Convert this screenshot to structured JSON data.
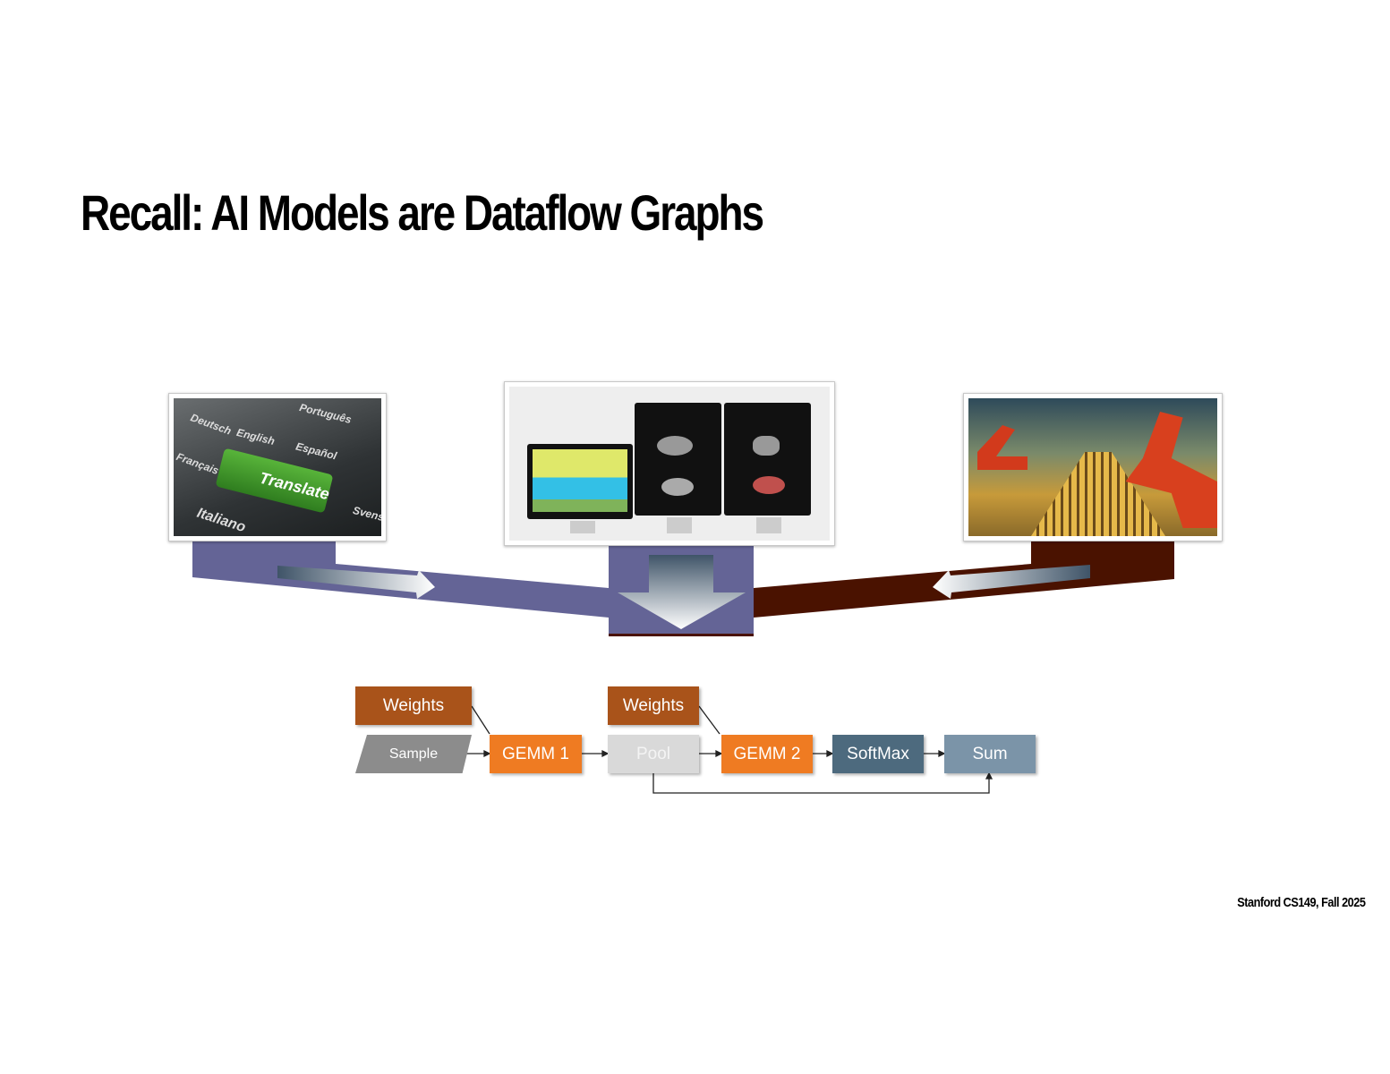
{
  "slide": {
    "title": "Recall: AI Models are Dataflow Graphs",
    "footer": "Stanford CS149, Fall 2025"
  },
  "images": {
    "translate": {
      "keys": [
        "Deutsch",
        "English",
        "Português",
        "Español",
        "Français",
        "Translate",
        "Italiano",
        "Svens"
      ]
    },
    "medical_monitors": {},
    "factory_robots": {}
  },
  "graph": {
    "nodes": {
      "weights1": "Weights",
      "sample": "Sample",
      "gemm1": "GEMM 1",
      "pool": "Pool",
      "weights2": "Weights",
      "gemm2": "GEMM 2",
      "softmax": "SoftMax",
      "sum": "Sum"
    }
  },
  "colors": {
    "weights": "#a9531a",
    "sample": "#8c8c8c",
    "gemm": "#ef7b22",
    "pool": "#d9d9d9",
    "softmax": "#4d6a7e",
    "sum": "#7b94a8",
    "band_left": "#646496",
    "band_right": "#4a1200"
  }
}
